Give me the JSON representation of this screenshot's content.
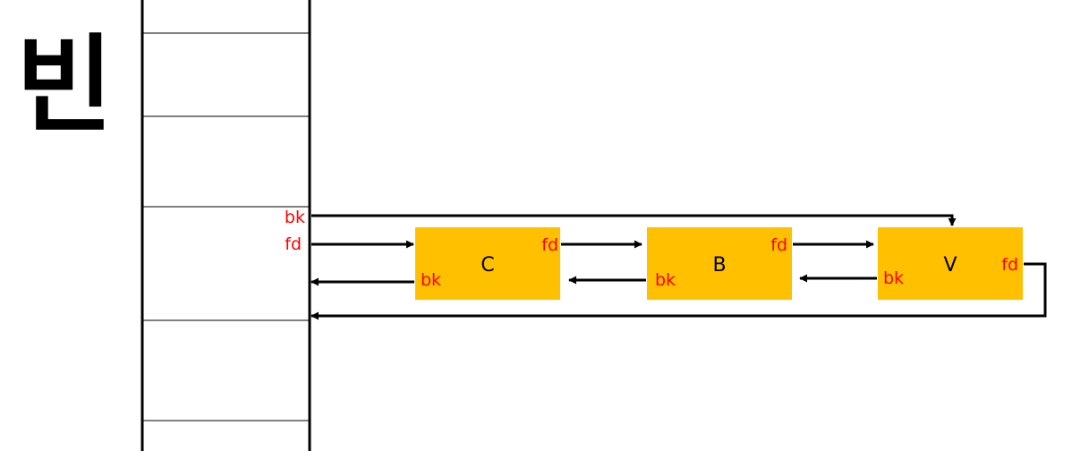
{
  "title": "빈",
  "colors": {
    "chunk_fill": "#FFC000",
    "pointer_label": "#FF0000",
    "line": "#000000"
  },
  "bin": {
    "bk_label": "bk",
    "fd_label": "fd"
  },
  "chunks": [
    {
      "name": "C",
      "fd_label": "fd",
      "bk_label": "bk"
    },
    {
      "name": "B",
      "fd_label": "fd",
      "bk_label": "bk"
    },
    {
      "name": "V",
      "fd_label": "fd",
      "bk_label": "bk"
    }
  ]
}
